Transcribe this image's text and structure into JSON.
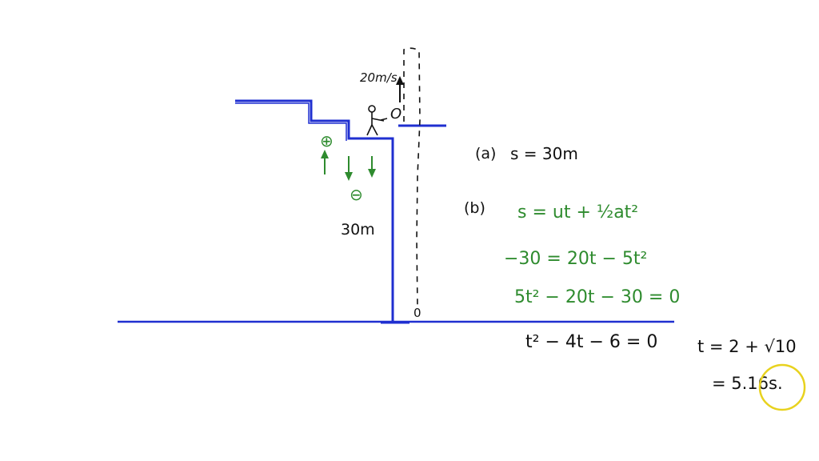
{
  "colors": {
    "structure": "#1f2fd0",
    "ink": "#111111",
    "green_ink": "#2e8b2e",
    "cursor_ring": "#e8d21e",
    "background": "#ffffff"
  },
  "labels": {
    "initial_velocity": "20m/s",
    "origin_mark": "O",
    "positive_sign": "⊕",
    "negative_sign": "⊖",
    "height": "30m",
    "landing_mark": "0"
  },
  "solution": {
    "part_a_label": "(a)",
    "part_a_text": "s = 30m",
    "part_b_label": "(b)",
    "equation_1": "s = ut + ½at²",
    "equation_2": "−30 = 20t − 5t²",
    "equation_3": "5t² − 20t − 30 = 0",
    "equation_4": "t² − 4t − 6 = 0",
    "result_1": "t = 2 + √10",
    "result_2": "= 5.16s."
  },
  "icons": {
    "person": "stick-figure-icon",
    "up_arrow": "arrow-up-icon",
    "down_arrow": "arrow-down-icon",
    "cursor": "cursor-highlight-icon"
  }
}
